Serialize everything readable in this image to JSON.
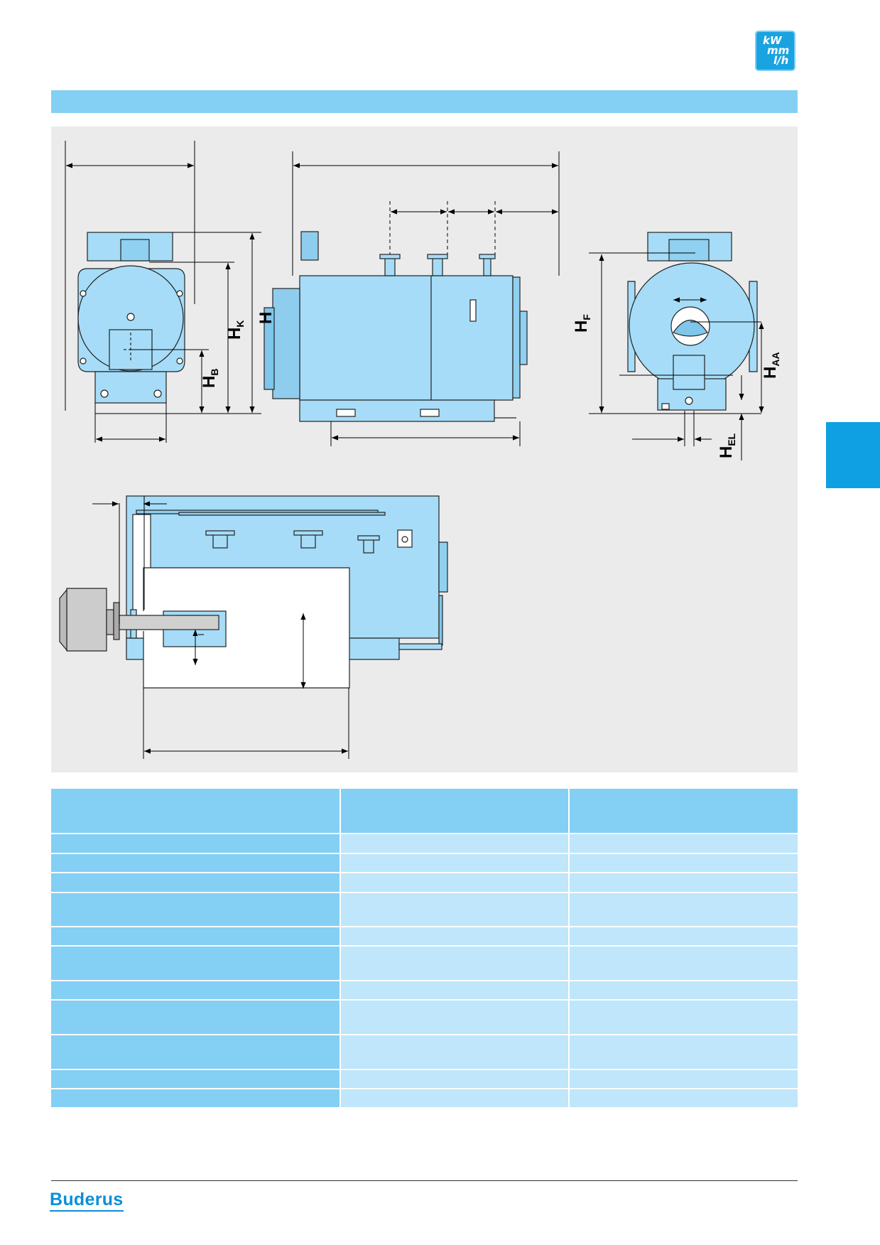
{
  "unit_badge": {
    "line1": "kW",
    "line2": "mm",
    "line3": "l/h"
  },
  "dimension_labels": {
    "h": "H",
    "hk_main": "H",
    "hk_sub": "K",
    "hb_main": "H",
    "hb_sub": "B",
    "hf_main": "H",
    "hf_sub": "F",
    "haa_main": "H",
    "haa_sub": "AA",
    "hel_main": "H",
    "hel_sub": "EL"
  },
  "table": {
    "header_rows": 1,
    "row_heights": [
      "header",
      "single",
      "single",
      "single",
      "double",
      "single",
      "double",
      "single",
      "double",
      "double",
      "single",
      "single"
    ]
  },
  "brand": {
    "logo_text": "Buderus"
  },
  "colors": {
    "accent": "#84cff4",
    "cell": "#bfe6fa",
    "tab": "#0ea0e3",
    "boiler": "#a6dcf7",
    "brand": "#0b8fd8"
  }
}
